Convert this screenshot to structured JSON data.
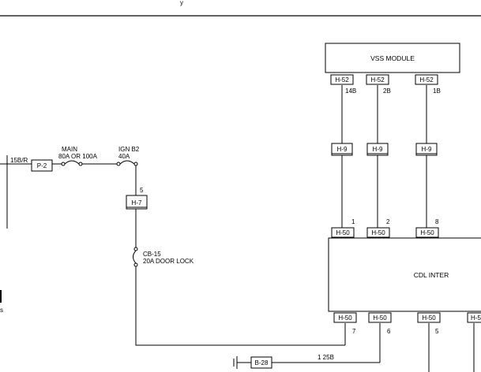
{
  "modules": {
    "vss": "VSS MODULE",
    "cdl": "CDL INTER"
  },
  "connectors": {
    "h52_a": "H-52",
    "h52_b": "H-52",
    "h52_c": "H-52",
    "h9_a": "H-9",
    "h9_b": "H-9",
    "h9_c": "H-9",
    "h50_a": "H-50",
    "h50_b": "H-50",
    "h50_c": "H-50",
    "h50_d": "H-50",
    "h50_e": "H-50",
    "h50_f": "H-50",
    "h50_g": "H-5",
    "p2": "P-2",
    "h7": "H-7",
    "b28": "B-28"
  },
  "pins": {
    "vss_a": "14B",
    "vss_b": "2B",
    "vss_c": "1B",
    "cdl_top_a": "1",
    "cdl_top_b": "2",
    "cdl_top_c": "8",
    "cdl_bot_a": "7",
    "cdl_bot_b": "6",
    "cdl_bot_c": "5",
    "h7_pin": "5"
  },
  "wires": {
    "left_wire": "15B/R",
    "bottom_wire": "1 25B"
  },
  "fuses": {
    "main_line1": "MAIN",
    "main_line2": "80A OR 100A",
    "ign_line1": "IGN B2",
    "ign_line2": "40A",
    "cb_line1": "CB-15",
    "cb_line2": "20A DOOR LOCK"
  },
  "fragments": {
    "top_text": "y",
    "left_text": "s"
  }
}
